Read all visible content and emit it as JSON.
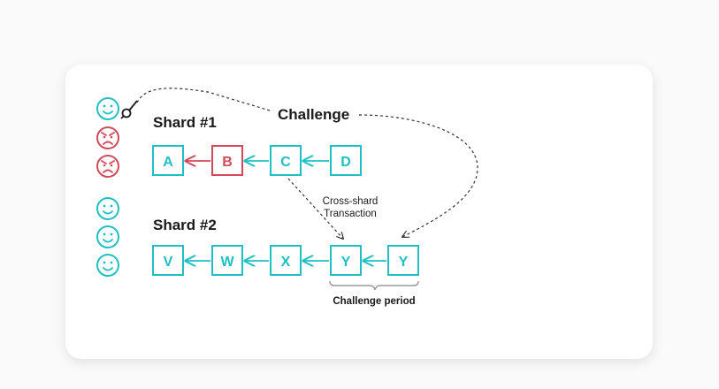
{
  "colors": {
    "teal": "#1fc0c4",
    "red": "#d24a5a",
    "text": "#1a1a1a",
    "dashed": "#333333"
  },
  "icons": {
    "honest": "smiley-face-icon",
    "malicious": "angry-face-icon",
    "attach": "pin-icon"
  },
  "challenge_label": "Challenge",
  "shard1": {
    "title": "Shard #1",
    "blocks": [
      {
        "label": "A",
        "status": "valid"
      },
      {
        "label": "B",
        "status": "invalid"
      },
      {
        "label": "C",
        "status": "valid"
      },
      {
        "label": "D",
        "status": "valid"
      }
    ]
  },
  "shard2": {
    "title": "Shard #2",
    "blocks": [
      {
        "label": "V",
        "status": "valid"
      },
      {
        "label": "W",
        "status": "valid"
      },
      {
        "label": "X",
        "status": "valid"
      },
      {
        "label": "Y",
        "status": "valid"
      },
      {
        "label": "Y",
        "status": "valid"
      }
    ]
  },
  "cross_shard_label": {
    "line1": "Cross-shard",
    "line2": "Transaction"
  },
  "challenge_period_label": "Challenge period"
}
